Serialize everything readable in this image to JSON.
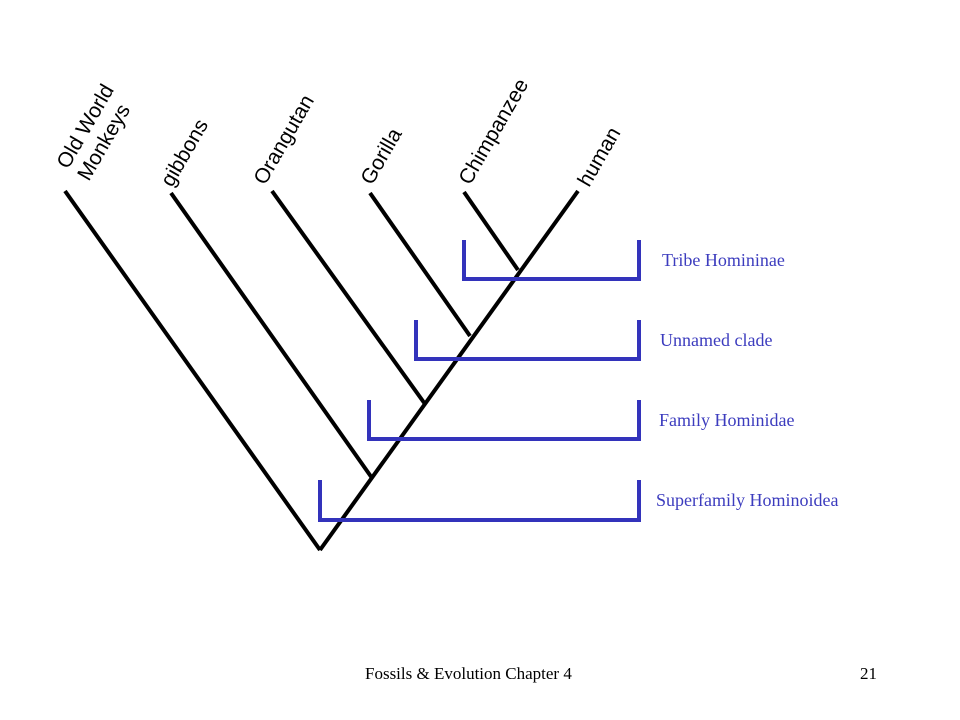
{
  "diagram": {
    "taxa": [
      {
        "id": "old-world-monkeys",
        "lines": [
          "Old World",
          "Monkeys"
        ]
      },
      {
        "id": "gibbons",
        "lines": [
          "gibbons"
        ]
      },
      {
        "id": "orangutan",
        "lines": [
          "Orangutan"
        ]
      },
      {
        "id": "gorilla",
        "lines": [
          "Gorilla"
        ]
      },
      {
        "id": "chimpanzee",
        "lines": [
          "Chimpanzee"
        ]
      },
      {
        "id": "human",
        "lines": [
          "human"
        ]
      }
    ],
    "clades": [
      {
        "label": "Tribe Homininae"
      },
      {
        "label": "Unnamed clade"
      },
      {
        "label": "Family Hominidae"
      },
      {
        "label": "Superfamily Hominoidea"
      }
    ],
    "colors": {
      "tree": "#000000",
      "bracket": "#3333bb",
      "clade_text": "#3c3cbe"
    }
  },
  "footer": {
    "title": "Fossils & Evolution Chapter 4",
    "page": "21"
  }
}
